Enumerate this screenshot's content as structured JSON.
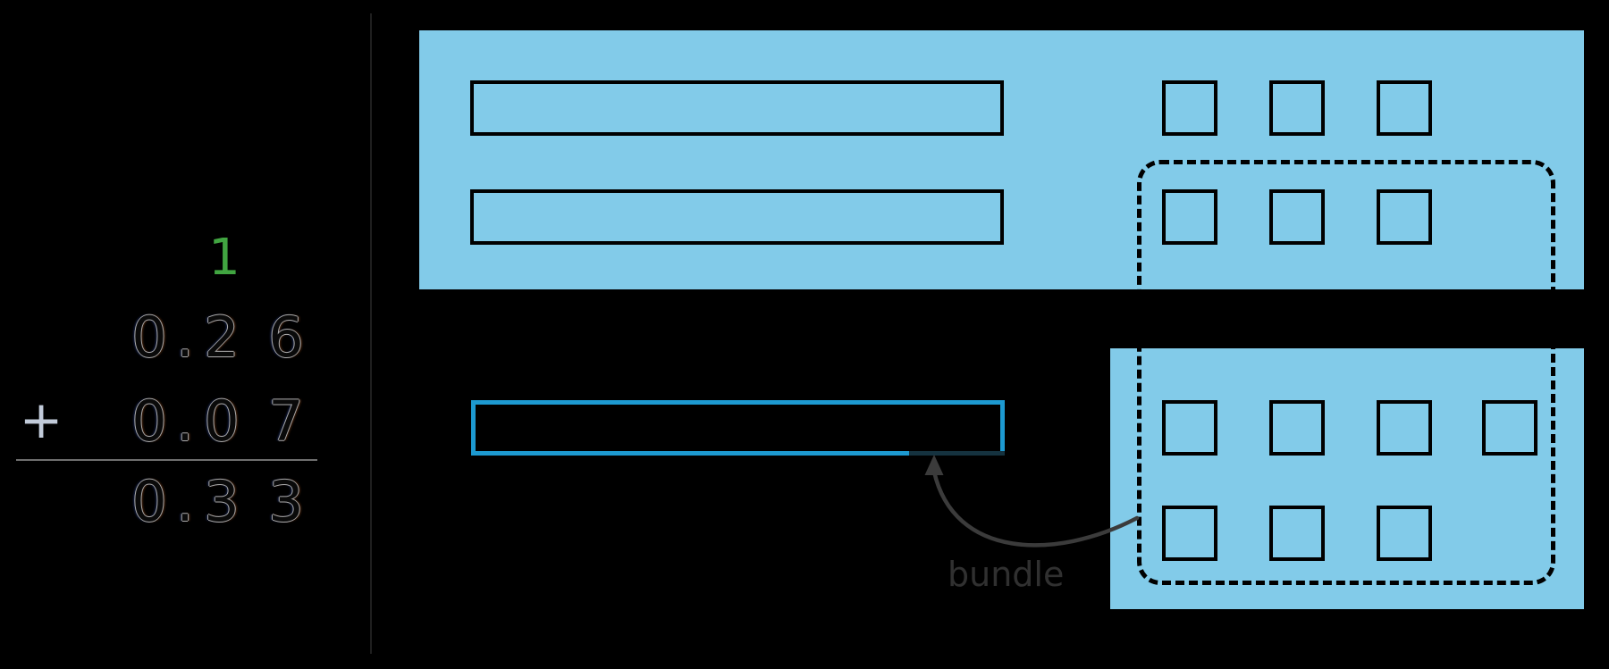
{
  "equation": {
    "carry": "1",
    "operator": "+",
    "addend1": [
      "0",
      ".",
      "2",
      "6"
    ],
    "addend2": [
      "0",
      ".",
      "0",
      "7"
    ],
    "sum": [
      "0",
      ".",
      "3",
      "3"
    ]
  },
  "model": {
    "top_panel": {
      "tenth_bars": 2,
      "hundredth_square_rows": [
        3,
        3
      ]
    },
    "bottom_panel": {
      "hundredth_square_rows": [
        4,
        3
      ]
    },
    "bundled_tenth_bars": 1,
    "bundle_label": "bundle"
  },
  "colors": {
    "background": "#000000",
    "panel_fill": "#82CBE9",
    "shape_outline": "#000000",
    "bundled_bar_stroke": "#1D9AD1",
    "carry_green": "#41A541",
    "arrow_gray": "#3B3B3B"
  }
}
